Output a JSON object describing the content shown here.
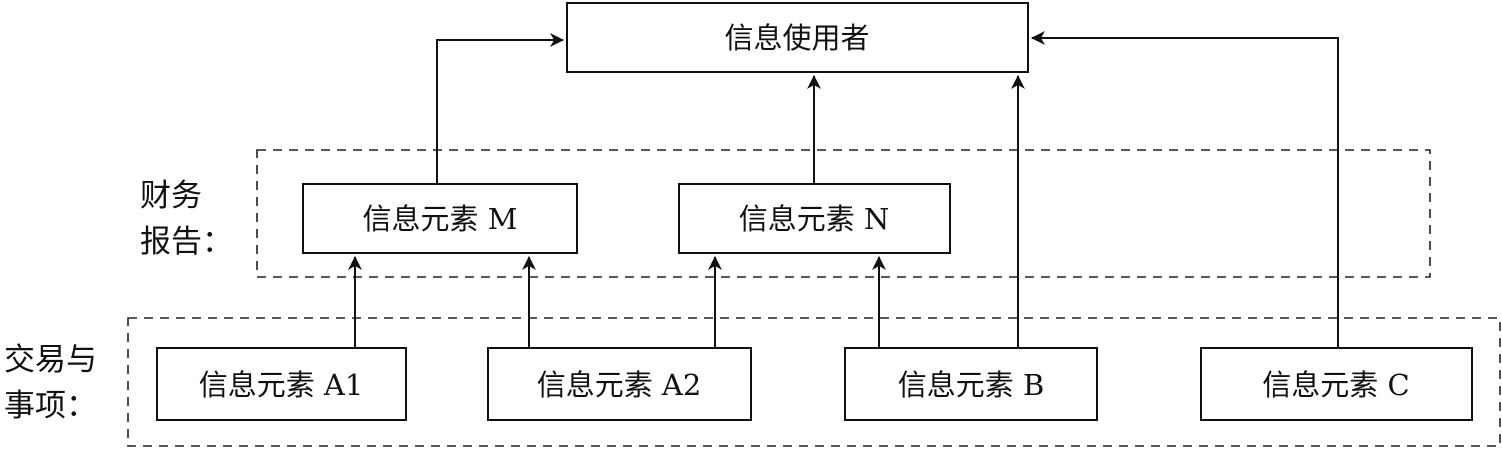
{
  "diagram": {
    "user": "信息使用者",
    "groups": {
      "financial_report": [
        "财务",
        "报告："
      ],
      "transactions": [
        "交易与",
        "事项："
      ]
    },
    "nodes": {
      "m": "信息元素 M",
      "n": "信息元素 N",
      "a1": "信息元素 A1",
      "a2": "信息元素 A2",
      "b": "信息元素 B",
      "c": "信息元素 C"
    },
    "edges": [
      {
        "from": "m",
        "to": "user"
      },
      {
        "from": "n",
        "to": "user"
      },
      {
        "from": "b",
        "to": "user"
      },
      {
        "from": "c",
        "to": "user"
      },
      {
        "from": "a1",
        "to": "m"
      },
      {
        "from": "a2",
        "to": "m"
      },
      {
        "from": "a2",
        "to": "n"
      },
      {
        "from": "b",
        "to": "n"
      }
    ]
  },
  "colors": {
    "stroke": "#111111",
    "background": "#ffffff"
  }
}
